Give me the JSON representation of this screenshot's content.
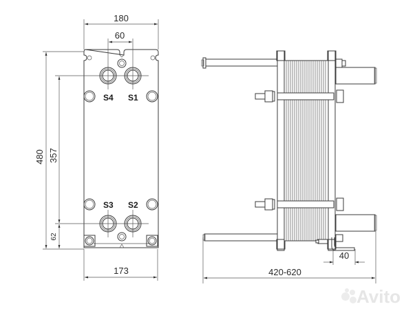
{
  "figure": {
    "subject": "Plate heat exchanger dimensional drawing",
    "front_view": {
      "dimensions": {
        "overall_width": "180",
        "port_spacing_horizontal": "60",
        "overall_height": "480",
        "port_spacing_vertical": "357",
        "bottom_port_offset": "62",
        "base_width": "173"
      },
      "ports": [
        {
          "id": "S4",
          "label": "S4",
          "position": "top-left"
        },
        {
          "id": "S1",
          "label": "S1",
          "position": "top-right"
        },
        {
          "id": "S3",
          "label": "S3",
          "position": "bottom-left"
        },
        {
          "id": "S2",
          "label": "S2",
          "position": "bottom-right"
        }
      ]
    },
    "side_view": {
      "dimensions": {
        "overall_length": "420-620",
        "foot_offset": "40"
      }
    }
  },
  "watermark": {
    "text": "Avito"
  },
  "colors": {
    "line": "#3a3a3a",
    "background": "#ffffff",
    "watermark": "#e6e6e6"
  }
}
